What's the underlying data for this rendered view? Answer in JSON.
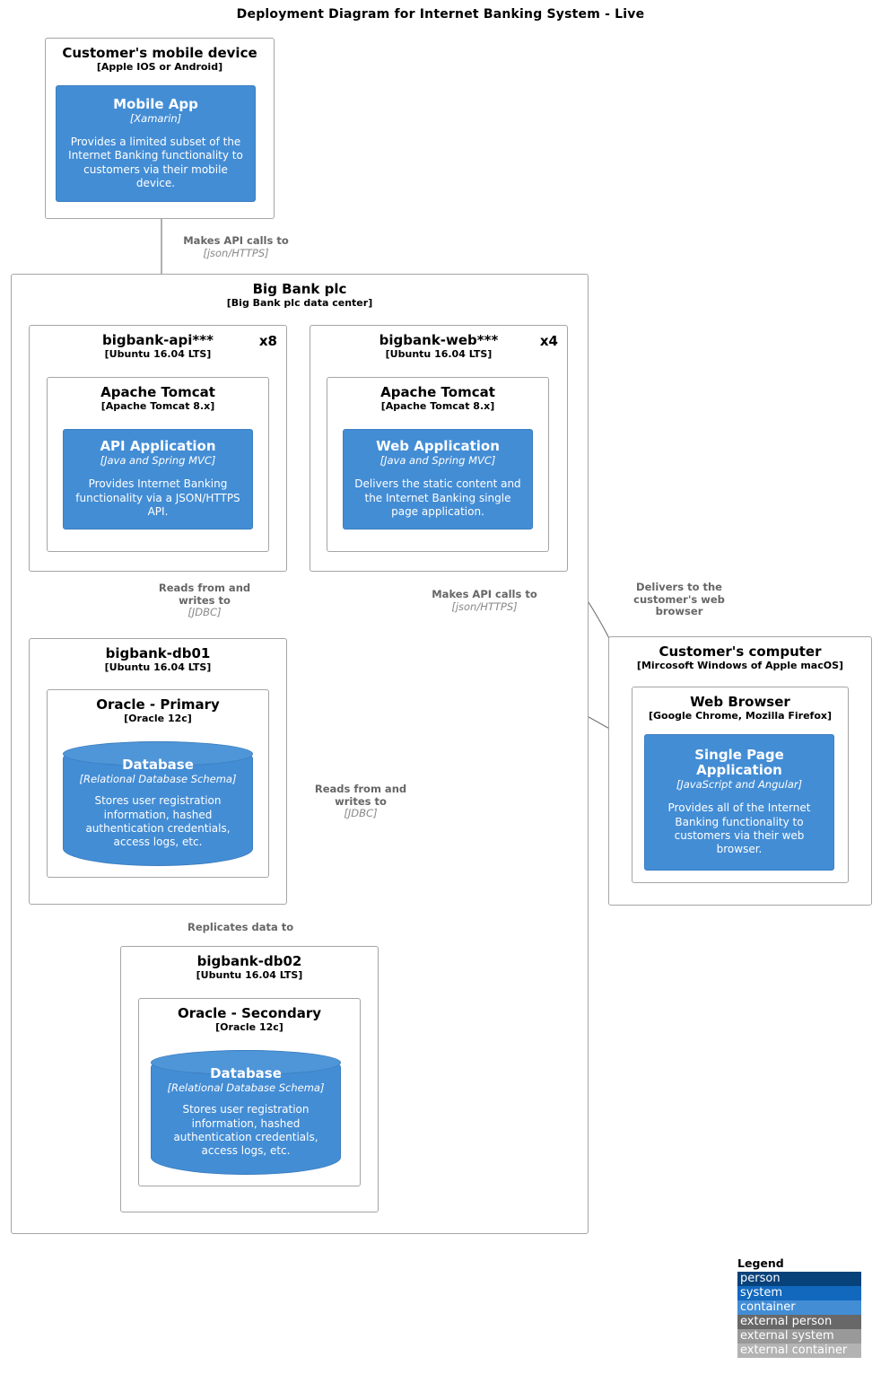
{
  "title": "Deployment Diagram for Internet Banking System - Live",
  "nodes": {
    "mobile_device": {
      "name": "Customer's mobile device",
      "tech": "[Apple IOS or Android]"
    },
    "big_bank": {
      "name": "Big Bank plc",
      "tech": "[Big Bank plc data center]"
    },
    "api_server": {
      "name": "bigbank-api***",
      "tech": "[Ubuntu 16.04 LTS]",
      "instances": "x8"
    },
    "web_server": {
      "name": "bigbank-web***",
      "tech": "[Ubuntu 16.04 LTS]",
      "instances": "x4"
    },
    "tomcat_api": {
      "name": "Apache Tomcat",
      "tech": "[Apache Tomcat 8.x]"
    },
    "tomcat_web": {
      "name": "Apache Tomcat",
      "tech": "[Apache Tomcat 8.x]"
    },
    "db01": {
      "name": "bigbank-db01",
      "tech": "[Ubuntu 16.04 LTS]"
    },
    "oracle_primary": {
      "name": "Oracle - Primary",
      "tech": "[Oracle 12c]"
    },
    "db02": {
      "name": "bigbank-db02",
      "tech": "[Ubuntu 16.04 LTS]"
    },
    "oracle_secondary": {
      "name": "Oracle - Secondary",
      "tech": "[Oracle 12c]"
    },
    "customer_computer": {
      "name": "Customer's computer",
      "tech": "[Mircosoft Windows of Apple macOS]"
    },
    "web_browser": {
      "name": "Web Browser",
      "tech": "[Google Chrome, Mozilla Firefox]"
    }
  },
  "containers": {
    "mobile_app": {
      "name": "Mobile App",
      "tech": "[Xamarin]",
      "description": "Provides a limited subset of the Internet Banking functionality to customers via their mobile device."
    },
    "api_application": {
      "name": "API Application",
      "tech": "[Java and Spring MVC]",
      "description": "Provides Internet Banking functionality via a JSON/HTTPS API."
    },
    "web_application": {
      "name": "Web Application",
      "tech": "[Java and Spring MVC]",
      "description": "Delivers the static content and the Internet Banking single page application."
    },
    "database_primary": {
      "name": "Database",
      "tech": "[Relational Database Schema]",
      "description": "Stores user registration information, hashed authentication credentials, access logs, etc."
    },
    "database_secondary": {
      "name": "Database",
      "tech": "[Relational Database Schema]",
      "description": "Stores user registration information, hashed authentication credentials, access logs, etc."
    },
    "single_page_application": {
      "name": "Single Page Application",
      "tech": "[JavaScript and Angular]",
      "description": "Provides all of the Internet Banking functionality to customers via their web browser."
    }
  },
  "relationships": [
    {
      "id": "mobile-to-api",
      "description": "Makes API calls to",
      "technology": "[json/HTTPS]"
    },
    {
      "id": "api-to-db01",
      "description": "Reads from and writes to",
      "technology": "[JDBC]"
    },
    {
      "id": "spa-to-api",
      "description": "Makes API calls to",
      "technology": "[json/HTTPS]"
    },
    {
      "id": "web-to-spa",
      "description": "Delivers to the customer's web browser",
      "technology": ""
    },
    {
      "id": "api-to-db02",
      "description": "Reads from and writes to",
      "technology": "[JDBC]"
    },
    {
      "id": "db01-to-db02",
      "description": "Replicates data to",
      "technology": ""
    }
  ],
  "legend": {
    "title": "Legend",
    "items": [
      {
        "label": "person",
        "color": "#08427b"
      },
      {
        "label": "system",
        "color": "#1168bd"
      },
      {
        "label": "container",
        "color": "#438dd5"
      },
      {
        "label": "external person",
        "color": "#686868"
      },
      {
        "label": "external system",
        "color": "#999999"
      },
      {
        "label": "external container",
        "color": "#b3b3b3"
      }
    ]
  },
  "colors": {
    "container_blue": "#438dd5",
    "node_border": "#a5a5a5",
    "relation_line": "#707070",
    "relation_text": "#666666"
  }
}
